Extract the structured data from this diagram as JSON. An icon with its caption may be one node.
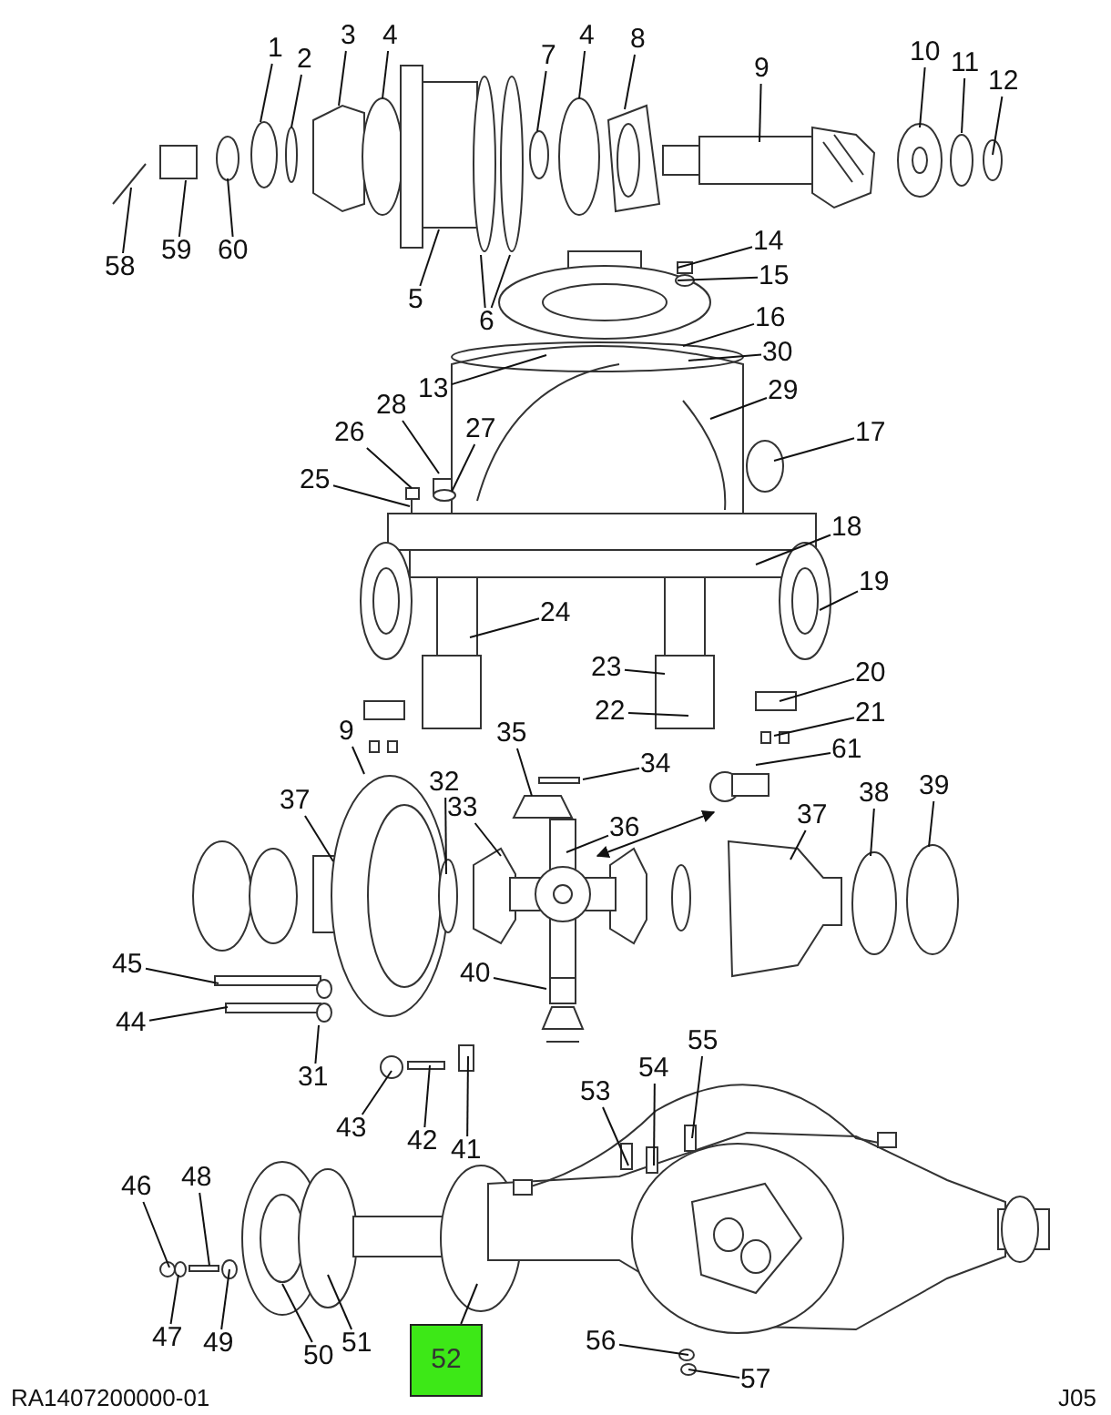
{
  "diagram": {
    "nodes": [
      {
        "text": [
          "1"
        ]
      },
      {
        "text": [
          "2"
        ]
      },
      {
        "text": [
          "3"
        ]
      },
      {
        "text": [
          "4"
        ]
      },
      {
        "text": [
          "7"
        ]
      },
      {
        "text": [
          "4"
        ]
      },
      {
        "text": [
          "8"
        ]
      },
      {
        "text": [
          "9"
        ]
      },
      {
        "text": [
          "10"
        ]
      },
      {
        "text": [
          "11"
        ]
      },
      {
        "text": [
          "12"
        ]
      },
      {
        "text": [
          "58"
        ]
      },
      {
        "text": [
          "59"
        ]
      },
      {
        "text": [
          "60"
        ]
      },
      {
        "text": [
          "5"
        ]
      },
      {
        "text": [
          "6"
        ]
      },
      {
        "text": [
          "14"
        ]
      },
      {
        "text": [
          "15"
        ]
      },
      {
        "text": [
          "13"
        ]
      },
      {
        "text": [
          "16"
        ]
      },
      {
        "text": [
          "30"
        ]
      },
      {
        "text": [
          "29"
        ]
      },
      {
        "text": [
          "28"
        ]
      },
      {
        "text": [
          "27"
        ]
      },
      {
        "text": [
          "26"
        ]
      },
      {
        "text": [
          "17"
        ]
      },
      {
        "text": [
          "25"
        ]
      },
      {
        "text": [
          "18"
        ]
      },
      {
        "text": [
          "19"
        ]
      },
      {
        "text": [
          "24"
        ]
      },
      {
        "text": [
          "23"
        ]
      },
      {
        "text": [
          "20"
        ]
      },
      {
        "text": [
          "22"
        ]
      },
      {
        "text": [
          "21"
        ]
      },
      {
        "text": [
          "9"
        ]
      },
      {
        "text": [
          "35"
        ]
      },
      {
        "text": [
          "34"
        ]
      },
      {
        "text": [
          "61"
        ]
      },
      {
        "text": [
          "37"
        ]
      },
      {
        "text": [
          "32"
        ]
      },
      {
        "text": [
          "33"
        ]
      },
      {
        "text": [
          "36"
        ]
      },
      {
        "text": [
          "37"
        ]
      },
      {
        "text": [
          "38"
        ]
      },
      {
        "text": [
          "39"
        ]
      },
      {
        "text": [
          "45"
        ]
      },
      {
        "text": [
          "44"
        ]
      },
      {
        "text": [
          "40"
        ]
      },
      {
        "text": [
          "31"
        ]
      },
      {
        "text": [
          "55"
        ]
      },
      {
        "text": [
          "43"
        ]
      },
      {
        "text": [
          "42"
        ]
      },
      {
        "text": [
          "41"
        ]
      },
      {
        "text": [
          "54"
        ]
      },
      {
        "text": [
          "53"
        ]
      },
      {
        "text": [
          "46"
        ]
      },
      {
        "text": [
          "48"
        ]
      },
      {
        "text": [
          "47"
        ]
      },
      {
        "text": [
          "49"
        ]
      },
      {
        "text": [
          "50"
        ]
      },
      {
        "text": [
          "51"
        ]
      },
      {
        "text": [
          "52"
        ]
      },
      {
        "text": [
          "56"
        ]
      },
      {
        "text": [
          "57"
        ]
      }
    ],
    "edges": [
      {
        "from": 0,
        "to": null,
        "arrow": "none"
      },
      {
        "from": 1,
        "to": null,
        "arrow": "none"
      },
      {
        "from": 2,
        "to": null,
        "arrow": "none"
      },
      {
        "from": 3,
        "to": null,
        "arrow": "none"
      },
      {
        "from": 4,
        "to": null,
        "arrow": "none"
      },
      {
        "from": 5,
        "to": null,
        "arrow": "none"
      },
      {
        "from": 6,
        "to": null,
        "arrow": "none"
      },
      {
        "from": 7,
        "to": null,
        "arrow": "none"
      },
      {
        "from": 8,
        "to": null,
        "arrow": "none"
      },
      {
        "from": 9,
        "to": null,
        "arrow": "none"
      },
      {
        "from": 10,
        "to": null,
        "arrow": "none"
      },
      {
        "from": 11,
        "to": null,
        "arrow": "none"
      },
      {
        "from": 12,
        "to": null,
        "arrow": "none"
      },
      {
        "from": 13,
        "to": null,
        "arrow": "none"
      },
      {
        "from": 14,
        "to": null,
        "arrow": "none"
      },
      {
        "from": 15,
        "to": null,
        "arrow": "none"
      },
      {
        "from": 15,
        "to": null,
        "arrow": "none"
      },
      {
        "from": 16,
        "to": null,
        "arrow": "none"
      },
      {
        "from": 17,
        "to": null,
        "arrow": "none"
      },
      {
        "from": 18,
        "to": null,
        "arrow": "none"
      },
      {
        "from": 19,
        "to": null,
        "arrow": "none"
      },
      {
        "from": 20,
        "to": null,
        "arrow": "none"
      },
      {
        "from": 21,
        "to": null,
        "arrow": "none"
      },
      {
        "from": 22,
        "to": null,
        "arrow": "none"
      },
      {
        "from": 23,
        "to": null,
        "arrow": "none"
      },
      {
        "from": 24,
        "to": null,
        "arrow": "none"
      },
      {
        "from": 25,
        "to": null,
        "arrow": "none"
      },
      {
        "from": 26,
        "to": null,
        "arrow": "none"
      },
      {
        "from": 27,
        "to": null,
        "arrow": "none"
      },
      {
        "from": 28,
        "to": null,
        "arrow": "none"
      },
      {
        "from": 29,
        "to": null,
        "arrow": "none"
      },
      {
        "from": 30,
        "to": null,
        "arrow": "none"
      },
      {
        "from": 31,
        "to": null,
        "arrow": "none"
      },
      {
        "from": 32,
        "to": null,
        "arrow": "none"
      },
      {
        "from": 33,
        "to": null,
        "arrow": "none"
      },
      {
        "from": 34,
        "to": null,
        "arrow": "none"
      },
      {
        "from": 35,
        "to": null,
        "arrow": "none"
      },
      {
        "from": 36,
        "to": null,
        "arrow": "none"
      },
      {
        "from": 37,
        "to": null,
        "arrow": "none"
      },
      {
        "from": 38,
        "to": null,
        "arrow": "none"
      },
      {
        "from": 39,
        "to": null,
        "arrow": "none"
      },
      {
        "from": 40,
        "to": null,
        "arrow": "none"
      },
      {
        "from": 41,
        "to": null,
        "arrow": "none"
      },
      {
        "from": 42,
        "to": null,
        "arrow": "none"
      },
      {
        "from": 43,
        "to": null,
        "arrow": "none"
      },
      {
        "from": 44,
        "to": null,
        "arrow": "none"
      },
      {
        "from": 45,
        "to": null,
        "arrow": "none"
      },
      {
        "from": 46,
        "to": null,
        "arrow": "none"
      },
      {
        "from": 47,
        "to": null,
        "arrow": "none"
      },
      {
        "from": 48,
        "to": null,
        "arrow": "none"
      },
      {
        "from": 49,
        "to": null,
        "arrow": "none"
      },
      {
        "from": 50,
        "to": null,
        "arrow": "none"
      },
      {
        "from": 51,
        "to": null,
        "arrow": "none"
      },
      {
        "from": 52,
        "to": null,
        "arrow": "none"
      },
      {
        "from": 53,
        "to": null,
        "arrow": "none"
      },
      {
        "from": 54,
        "to": null,
        "arrow": "none"
      },
      {
        "from": 55,
        "to": null,
        "arrow": "none"
      },
      {
        "from": 56,
        "to": null,
        "arrow": "none"
      },
      {
        "from": 57,
        "to": null,
        "arrow": "none"
      },
      {
        "from": 58,
        "to": null,
        "arrow": "none"
      },
      {
        "from": 59,
        "to": null,
        "arrow": "none"
      },
      {
        "from": 60,
        "to": null,
        "arrow": "none"
      },
      {
        "from": 61,
        "to": null,
        "arrow": "none"
      },
      {
        "from": 62,
        "to": null,
        "arrow": "none"
      },
      {
        "from": 63,
        "to": null,
        "arrow": "none"
      }
    ],
    "labels": [
      "RA1407200000-01",
      "J05"
    ]
  }
}
